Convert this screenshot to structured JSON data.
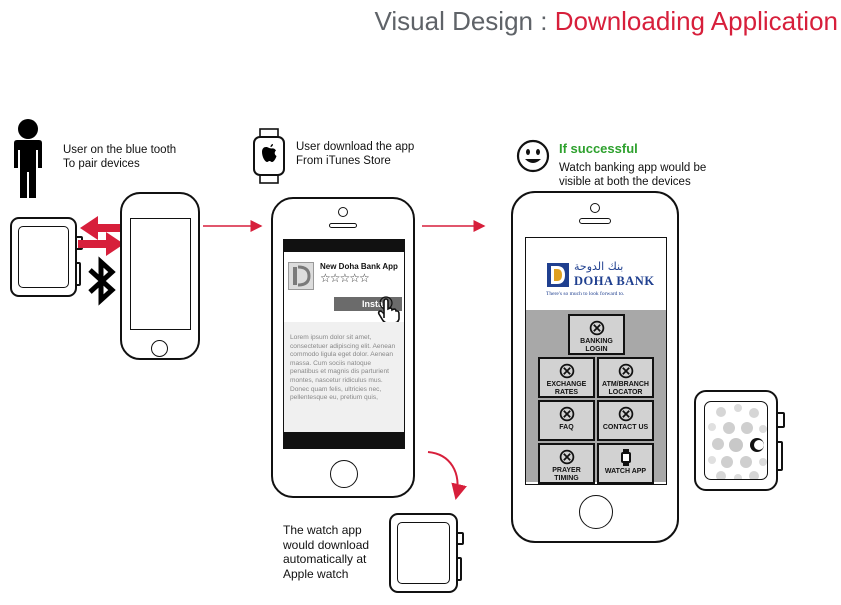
{
  "title": {
    "prefix": "Visual Design",
    "separator": " : ",
    "highlight": "Downloading Application"
  },
  "colors": {
    "accent_red": "#d71f3b",
    "success_green": "#2ea12e",
    "doha_blue": "#1f3f8f",
    "doha_gold": "#e0a020"
  },
  "step1": {
    "caption_line1": "User on the blue tooth",
    "caption_line2": "To pair devices"
  },
  "step2": {
    "caption_line1": "User download the app",
    "caption_line2": "From iTunes Store",
    "app_name": "New Doha Bank App",
    "rating": "☆☆☆☆☆",
    "install_label": "Install",
    "lorem": "Lorem ipsum dolor sit amet, consectetuer adipiscing elit. Aenean commodo ligula eget dolor. Aenean massa. Cum sociis natoque penatibus et magnis dis parturient montes, nascetur ridiculus mus. Donec quam felis, ultricies nec, pellentesque eu, pretium quis,"
  },
  "step3": {
    "caption_line1": "The watch app",
    "caption_line2": "would download",
    "caption_line3": "automatically at",
    "caption_line4": "Apple watch"
  },
  "step4": {
    "status": "If successful",
    "caption_line1": "Watch banking app would be",
    "caption_line2": "visible at both the devices",
    "brand_arabic": "بنك الدوحة",
    "brand_name": "DOHA BANK",
    "tagline": "There's so much to look forward to.",
    "buttons": {
      "banking_login": "BANKING LOGIN",
      "exchange_rates": "EXCHANGE RATES",
      "atm_locator": "ATM/BRANCH LOCATOR",
      "faq": "FAQ",
      "contact_us": "CONTACT US",
      "prayer_timing": "PRAYER TIMING",
      "watch_app": "WATCH APP"
    }
  },
  "icons": [
    "person-icon",
    "bluetooth-icon",
    "apple-watch-icon",
    "smiley-icon",
    "hand-pointer-icon",
    "x-circle-icon",
    "watch-glyph-icon",
    "curved-arrow-icon"
  ]
}
